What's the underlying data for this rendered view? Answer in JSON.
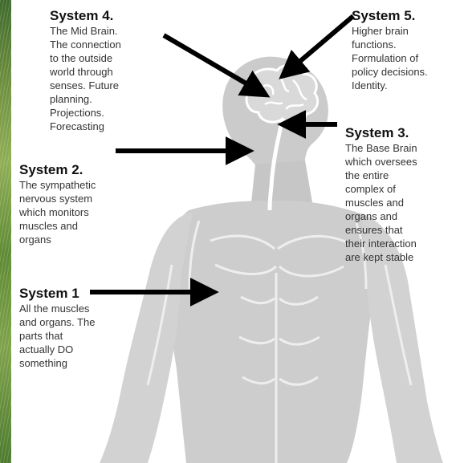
{
  "systems": {
    "s4": {
      "title": "System 4.",
      "desc": "The Mid Brain.\nThe connection\nto the outside\nworld through\nsenses. Future\nplanning.\nProjections.\nForecasting"
    },
    "s5": {
      "title": "System 5.",
      "desc": "Higher brain\nfunctions.\nFormulation of\npolicy decisions.\nIdentity."
    },
    "s3": {
      "title": "System 3.",
      "desc": "The Base Brain\nwhich oversees\nthe entire\ncomplex of\nmuscles and\norgans and\nensures that\ntheir interaction\nare kept stable"
    },
    "s2": {
      "title": "System 2.",
      "desc": "The sympathetic\nnervous system\nwhich monitors\nmuscles and\norgans"
    },
    "s1": {
      "title": "System 1",
      "desc": "All the muscles\nand organs. The\nparts that\nactually DO\nsomething"
    }
  },
  "colors": {
    "figure": "#c9c9c9",
    "figure_line": "#ffffff",
    "arrow": "#000000",
    "grass": "#6d8f3e"
  }
}
